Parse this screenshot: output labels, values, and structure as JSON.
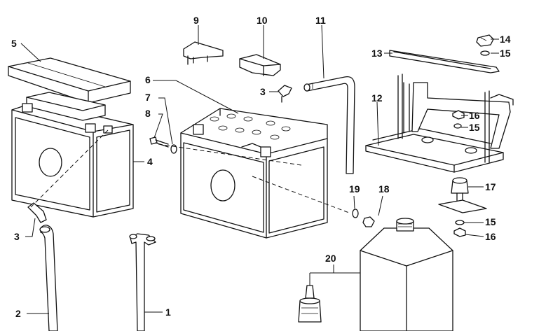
{
  "labels": {
    "n1": "1",
    "n2": "2",
    "n3a": "3",
    "n3b": "3",
    "n4": "4",
    "n5": "5",
    "n6": "6",
    "n7": "7",
    "n8": "8",
    "n9": "9",
    "n10": "10",
    "n11": "11",
    "n12": "12",
    "n13": "13",
    "n14": "14",
    "n15a": "15",
    "n15b": "15",
    "n15c": "15",
    "n16a": "16",
    "n16b": "16",
    "n17": "17",
    "n18": "18",
    "n19": "19",
    "n20": "20"
  }
}
